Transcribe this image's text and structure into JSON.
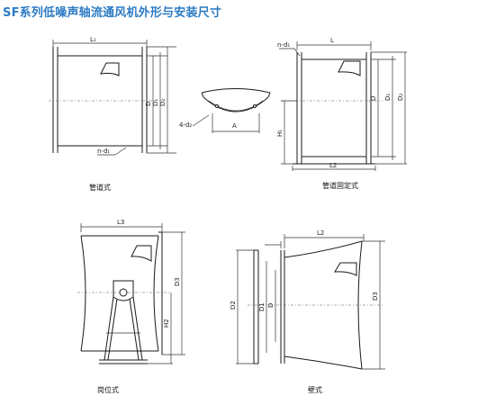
{
  "title": "SF系列低噪声轴流通风机外形与安装尺寸",
  "captions": {
    "duct": "管道式",
    "duct_fixed": "管道固定式",
    "post": "岗位式",
    "wall": "壁式"
  },
  "labels": {
    "L1": "L₁",
    "D": "D",
    "D1": "D₁",
    "D2": "D₂",
    "n_d1": "n-d₁",
    "four_d2": "4-d₂",
    "A": "A",
    "L": "L",
    "H1": "H₁",
    "L2": "L2",
    "L3": "L3",
    "D3": "D3",
    "H2": "H2",
    "D1_plain": "D1",
    "D2_plain": "D2"
  },
  "colors": {
    "title": "#2c7bc4",
    "line": "#1a1a1a"
  }
}
